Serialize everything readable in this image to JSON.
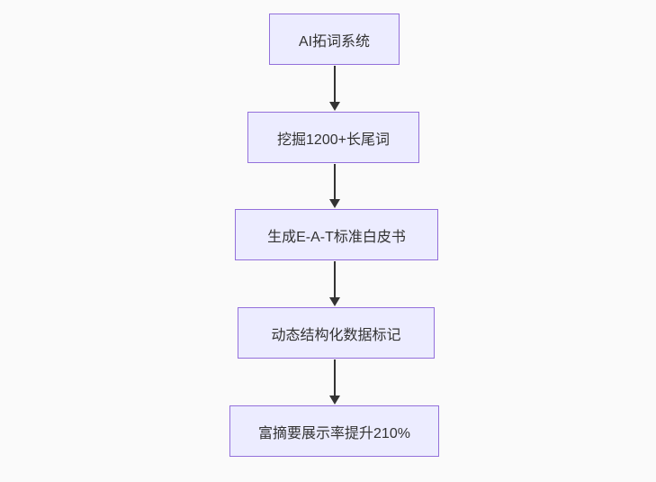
{
  "diagram": {
    "type": "flowchart",
    "direction": "top-down",
    "nodes": [
      {
        "id": "step-1",
        "label": "AI拓词系统"
      },
      {
        "id": "step-2",
        "label": "挖掘1200+长尾词"
      },
      {
        "id": "step-3",
        "label": "生成E-A-T标准白皮书"
      },
      {
        "id": "step-4",
        "label": "动态结构化数据标记"
      },
      {
        "id": "step-5",
        "label": "富摘要展示率提升210%"
      }
    ],
    "edges": [
      {
        "from": "step-1",
        "to": "step-2"
      },
      {
        "from": "step-2",
        "to": "step-3"
      },
      {
        "from": "step-3",
        "to": "step-4"
      },
      {
        "from": "step-4",
        "to": "step-5"
      }
    ]
  },
  "colors": {
    "canvas-bg": "#fafafa",
    "node-fill": "#ececff",
    "node-border": "#9370db",
    "node-text": "#333333",
    "arrow": "#333333"
  }
}
